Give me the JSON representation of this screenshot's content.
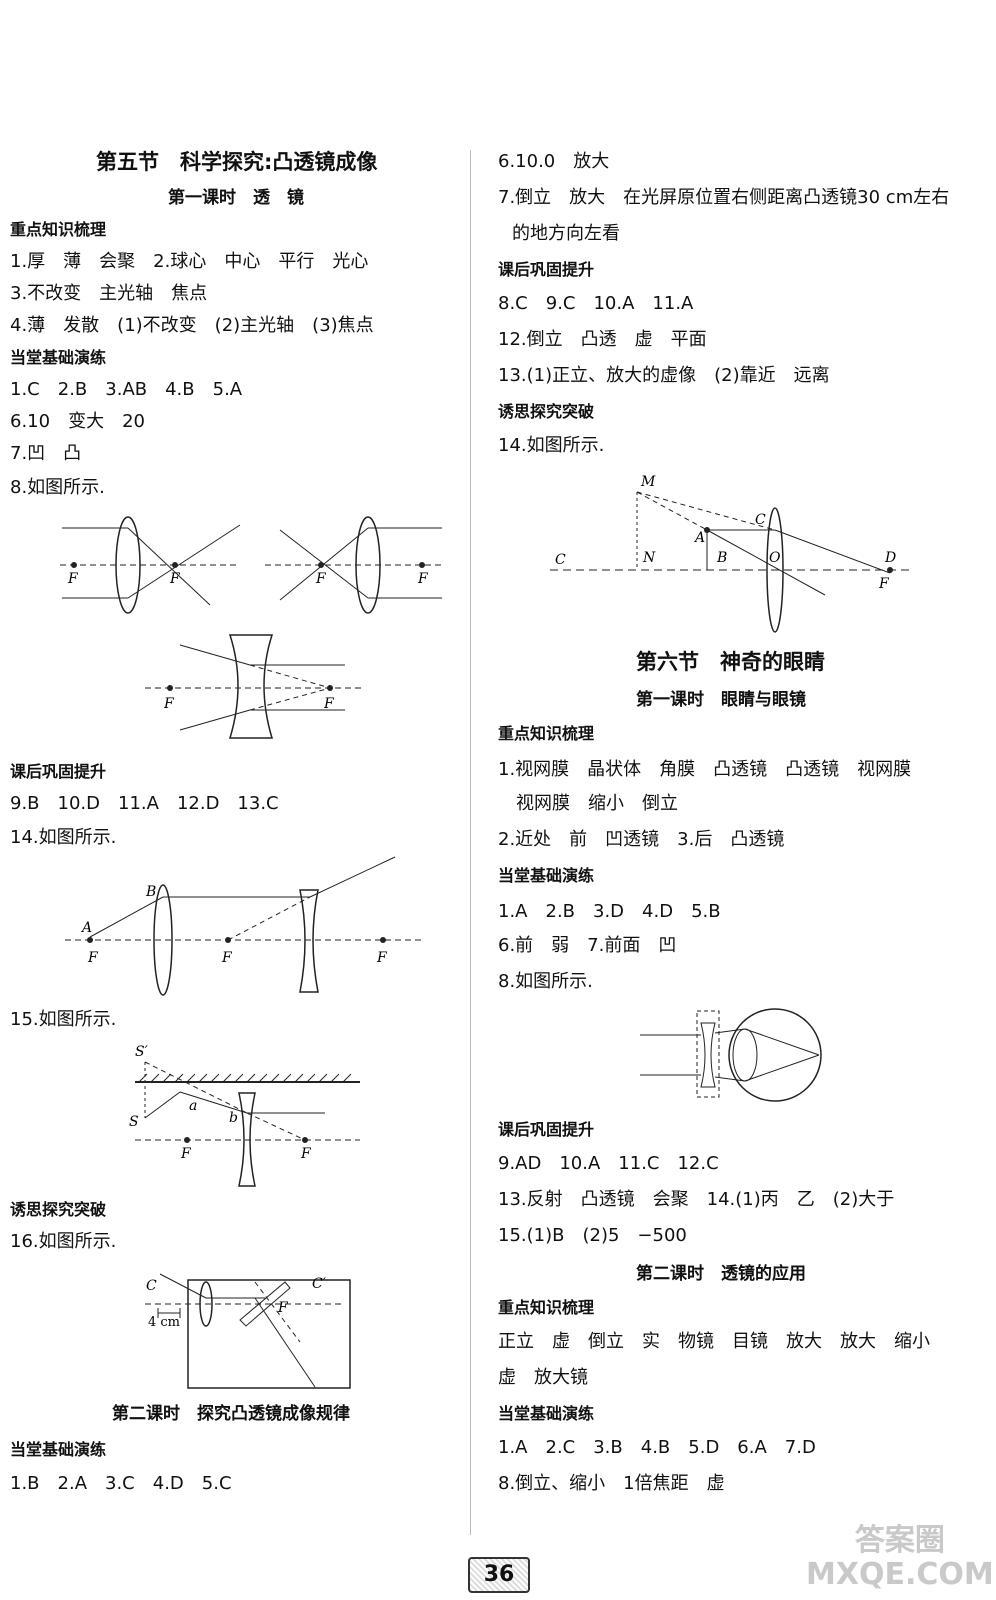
{
  "left": {
    "section_title": "第五节　科学探究:凸透镜成像",
    "lesson1_title": "第一课时　透　镜",
    "cat1": "重点知识梳理",
    "l1": "1.厚　薄　会聚　2.球心　中心　平行　光心",
    "l2": "3.不改变　主光轴　焦点",
    "l3": "4.薄　发散　(1)不改变　(2)主光轴　(3)焦点",
    "cat2": "当堂基础演练",
    "l4": "1.C　2.B　3.AB　4.B　5.A",
    "l5": "6.10　变大　20",
    "l6": "7.凹　凸",
    "l7": "8.如图所示.",
    "cat3": "课后巩固提升",
    "l8": "9.B　10.D　11.A　12.D　13.C",
    "l9": "14.如图所示.",
    "l10": "15.如图所示.",
    "cat4": "诱思探究突破",
    "l11": "16.如图所示.",
    "lesson2_title": "第二课时　探究凸透镜成像规律",
    "cat5": "当堂基础演练",
    "l12": "1.B　2.A　3.C　4.D　5.C"
  },
  "right": {
    "r1": "6.10.0　放大",
    "r2": "7.倒立　放大　在光屏原位置右侧距离凸透镜30 cm左右",
    "r3": "的地方向左看",
    "cat1": "课后巩固提升",
    "r4": "8.C　9.C　10.A　11.A",
    "r5": "12.倒立　凸透　虚　平面",
    "r6": "13.(1)正立、放大的虚像　(2)靠近　远离",
    "cat2": "诱思探究突破",
    "r7": "14.如图所示.",
    "section_title": "第六节　神奇的眼睛",
    "lesson1_title": "第一课时　眼睛与眼镜",
    "cat3": "重点知识梳理",
    "r8": "1.视网膜　晶状体　角膜　凸透镜　凸透镜　视网膜",
    "r9": "视网膜　缩小　倒立",
    "r10": "2.近处　前　凹透镜　3.后　凸透镜",
    "cat4": "当堂基础演练",
    "r11": "1.A　2.B　3.D　4.D　5.B",
    "r12": "6.前　弱　7.前面　凹",
    "r13": "8.如图所示.",
    "cat5": "课后巩固提升",
    "r14": "9.AD　10.A　11.C　12.C",
    "r15": "13.反射　凸透镜　会聚　14.(1)丙　乙　(2)大于",
    "r16": "15.(1)B　(2)5　−500",
    "lesson2_title": "第二课时　透镜的应用",
    "cat6": "重点知识梳理",
    "r17": "正立　虚　倒立　实　物镜　目镜　放大　放大　缩小",
    "r18": "虚　放大镜",
    "cat7": "当堂基础演练",
    "r19": "1.A　2.C　3.B　4.B　5.D　6.A　7.D",
    "r20": "8.倒立、缩小　1倍焦距　虚"
  },
  "figures": {
    "F": "F",
    "A": "A",
    "B": "B",
    "C": "C",
    "D": "D",
    "M": "M",
    "N": "N",
    "O": "O",
    "S": "S",
    "S_prime": "S′",
    "a": "a",
    "b": "b",
    "C_prime": "C′",
    "scale": "4 cm"
  },
  "page_number": "36",
  "watermark": "答案圈\nMXQE.COM"
}
